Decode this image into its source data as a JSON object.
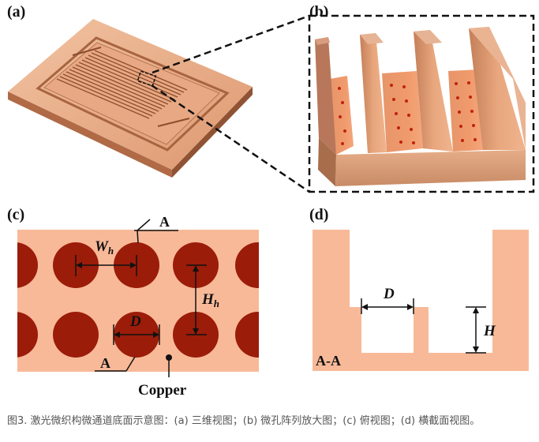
{
  "panels": {
    "a": {
      "label": "(a)"
    },
    "b": {
      "label": "(b)"
    },
    "c": {
      "label": "(c)",
      "section_mark": "A",
      "dim_width": "W",
      "dim_width_sub": "h",
      "dim_height": "H",
      "dim_height_sub": "h",
      "dim_diameter": "D",
      "material": "Copper"
    },
    "d": {
      "label": "(d)",
      "section_name": "A-A",
      "dim_diameter": "D",
      "dim_height": "H"
    }
  },
  "caption": "图3. 激光微织构微通道底面示意图：(a) 三维视图；(b) 微孔阵列放大图；(c) 俯视图；(d) 横截面视图。",
  "colors": {
    "copper_light": "#f8b998",
    "hole_dark": "#9b1c09",
    "copper_mid": "#d9956d",
    "copper_shadow": "#a0603c"
  }
}
